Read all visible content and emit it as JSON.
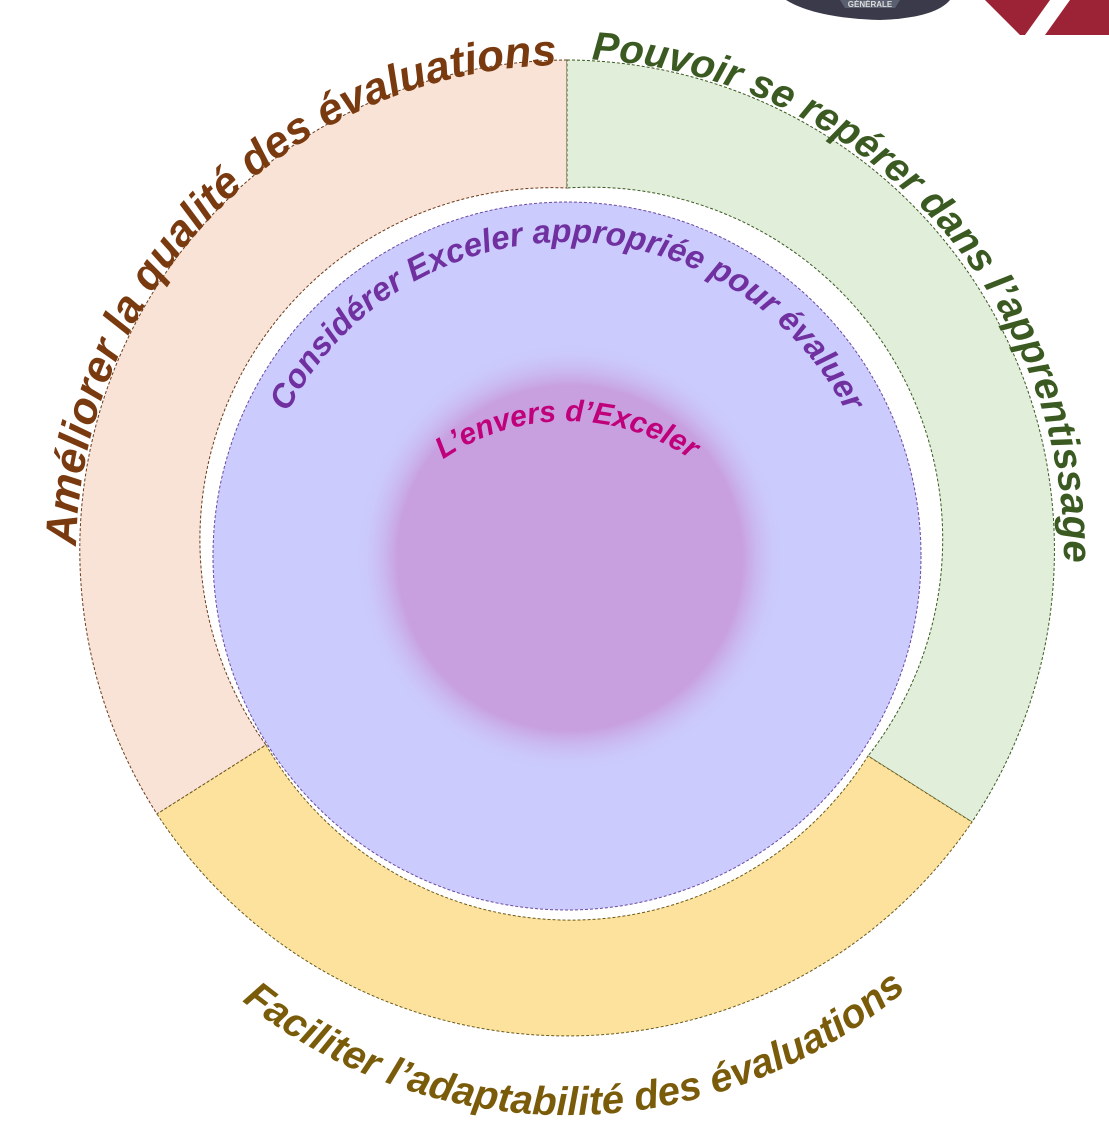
{
  "diagram": {
    "segments": [
      {
        "id": "top-left",
        "label": "Améliorer la qualité des évaluations",
        "fill": "#F9E3D7",
        "text_color": "#7A3A10"
      },
      {
        "id": "top-right",
        "label": "Pouvoir se repérer dans l’apprentissage",
        "fill": "#E1EED9",
        "text_color": "#3B5A22"
      },
      {
        "id": "bottom",
        "label": "Faciliter l’adaptabilité des évaluations",
        "fill": "#FDE29E",
        "text_color": "#7A5B0A"
      }
    ],
    "middle_ring": {
      "label": "Considérer Exceler appropriée pour évaluer",
      "fill": "#CBCBFD",
      "text_color": "#7030A0"
    },
    "core": {
      "label": "L’envers d’Exceler",
      "fill": "#C89FDF",
      "text_color": "#C0007A"
    }
  },
  "logo": {
    "caption": "GÉNÉRALE"
  }
}
